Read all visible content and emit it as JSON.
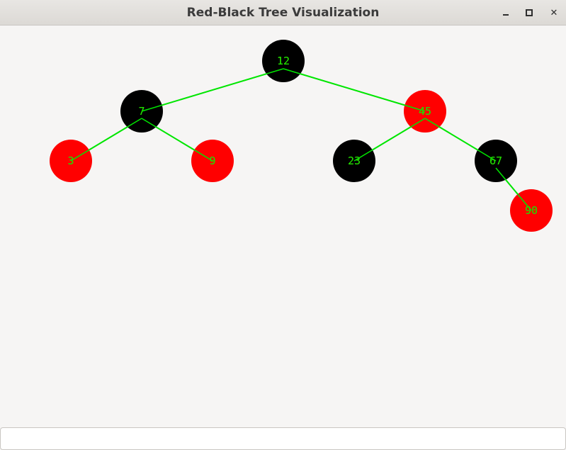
{
  "window": {
    "title": "Red-Black Tree Visualization",
    "controls": {
      "minimize_icon": "minimize-icon",
      "maximize_icon": "maximize-icon",
      "close_icon": "close-icon",
      "close_glyph": "✕"
    }
  },
  "tree": {
    "edge_color": "#00e600",
    "label_color": "#22dd00",
    "colors": {
      "red": "#ff0000",
      "black": "#000000"
    },
    "nodes": [
      {
        "id": "n12",
        "value": "12",
        "color": "black",
        "parent": null
      },
      {
        "id": "n7",
        "value": "7",
        "color": "black",
        "parent": "n12"
      },
      {
        "id": "n45",
        "value": "45",
        "color": "red",
        "parent": "n12"
      },
      {
        "id": "n3",
        "value": "3",
        "color": "red",
        "parent": "n7"
      },
      {
        "id": "n9",
        "value": "9",
        "color": "red",
        "parent": "n7"
      },
      {
        "id": "n23",
        "value": "23",
        "color": "black",
        "parent": "n45"
      },
      {
        "id": "n67",
        "value": "67",
        "color": "black",
        "parent": "n45"
      },
      {
        "id": "n90",
        "value": "90",
        "color": "red",
        "parent": "n67"
      }
    ]
  },
  "input": {
    "value": "",
    "placeholder": ""
  }
}
